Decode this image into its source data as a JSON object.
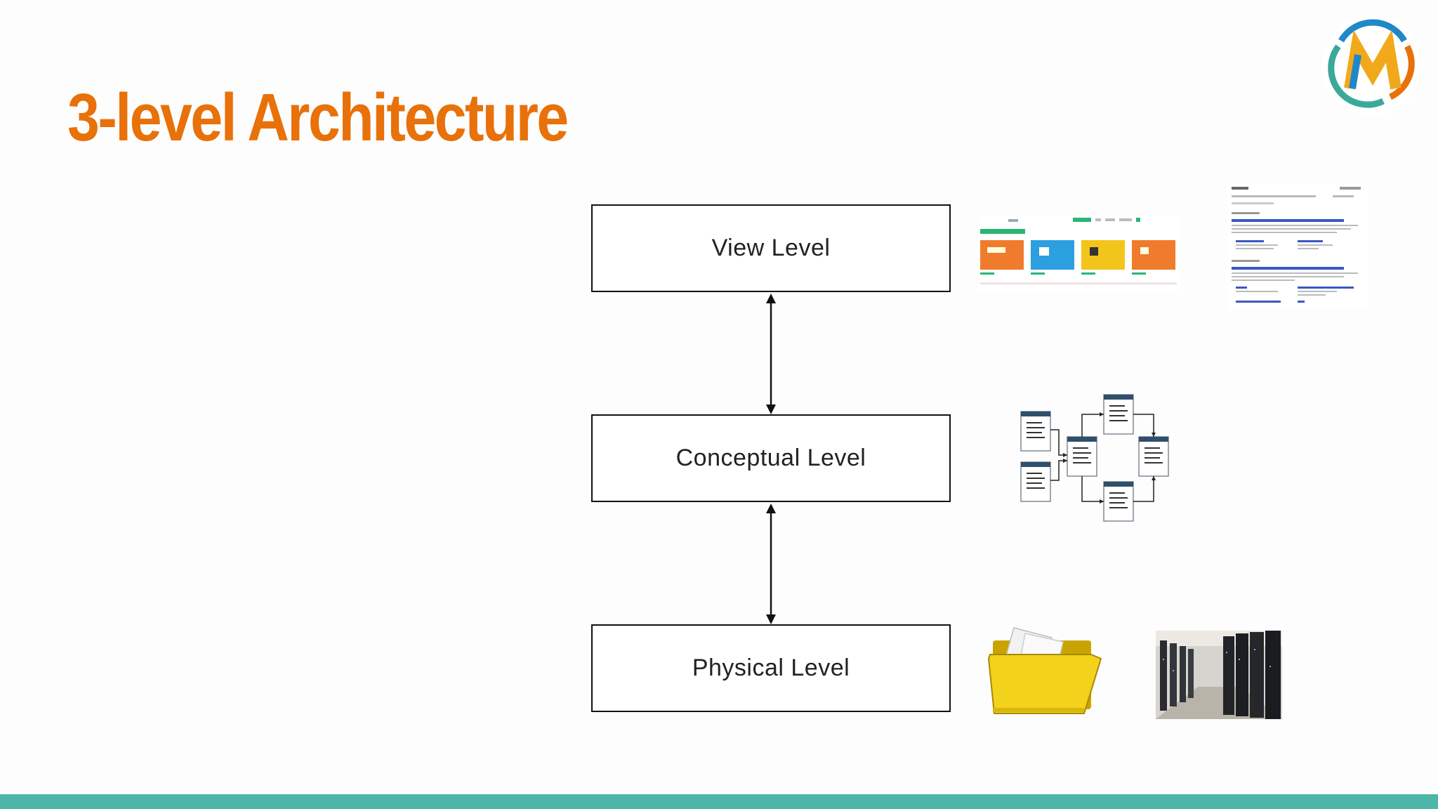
{
  "slide": {
    "title": "3-level Architecture"
  },
  "diagram": {
    "levels": [
      {
        "label": "View Level"
      },
      {
        "label": "Conceptual Level"
      },
      {
        "label": "Physical Level"
      }
    ]
  },
  "colors": {
    "title": "#e8710a",
    "bottom_bar": "#4db6a8",
    "folder": "#f3d21c"
  },
  "icons": {
    "logo": "m-logo-icon",
    "view_thumbnails": [
      "web-dashboard-screenshot",
      "search-results-screenshot"
    ],
    "conceptual_thumbnail": "database-schema-diagram-icon",
    "physical_thumbnails": [
      "folder-icon",
      "server-racks-photo"
    ]
  }
}
